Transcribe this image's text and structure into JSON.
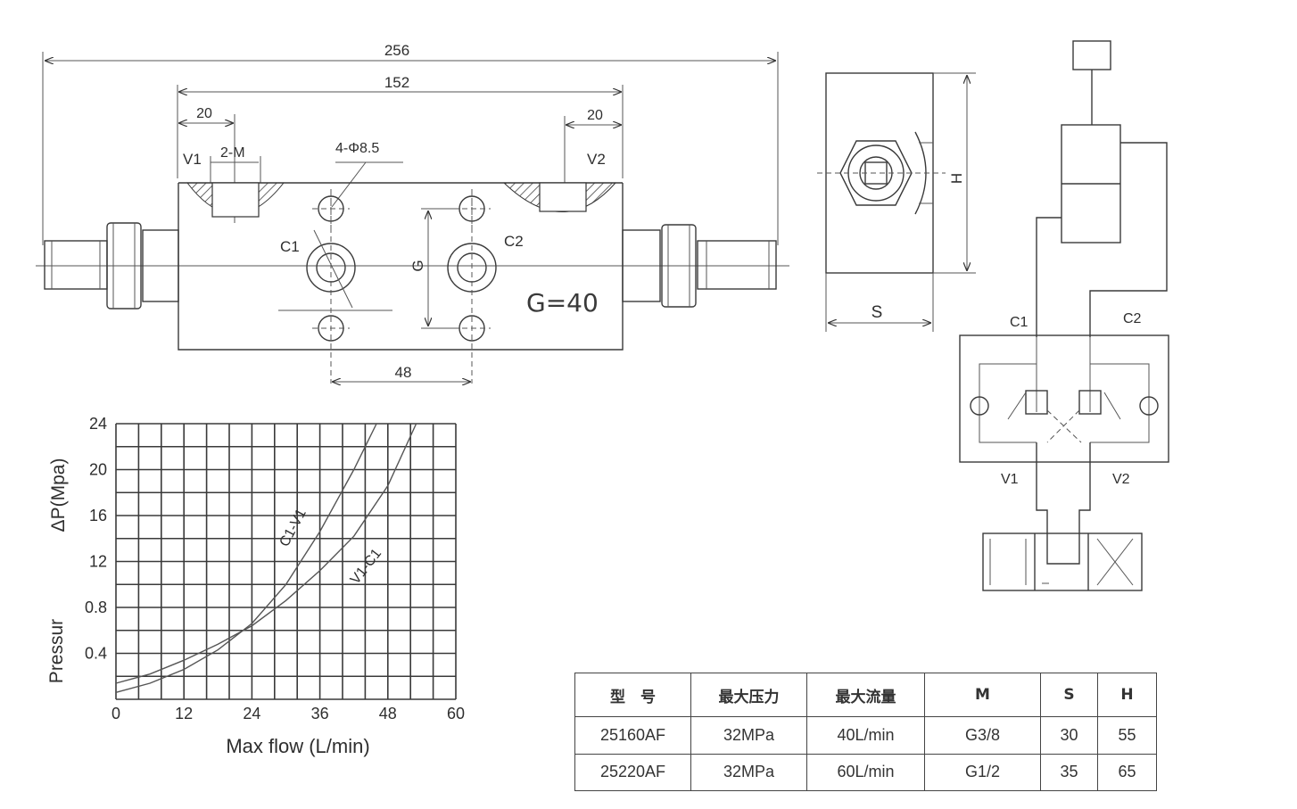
{
  "drawing": {
    "dims": {
      "overall": "256",
      "body": "152",
      "left_offset": "20",
      "right_offset": "20",
      "port_size": "2-M",
      "holes": "4-Φ8.5",
      "pitch": "48",
      "g_label": "G",
      "side_width": "S",
      "side_height": "H"
    },
    "ports": {
      "v1": "V1",
      "v2": "V2",
      "c1": "C1",
      "c2": "C2"
    },
    "g_value": "G=40"
  },
  "schematic": {
    "c1": "C1",
    "c2": "C2",
    "v1": "V1",
    "v2": "V2"
  },
  "chart_data": {
    "type": "line",
    "xlabel": "Max flow (L/min)",
    "ylabel_main": "ΔP(Mpa)",
    "ylabel_secondary": "Pressur",
    "x_ticks": [
      "0",
      "12",
      "24",
      "36",
      "48",
      "60"
    ],
    "y_ticks": [
      "24",
      "20",
      "16",
      "12",
      "0.8",
      "0.4"
    ],
    "xlim": [
      0,
      60
    ],
    "ylim": [
      0,
      24
    ],
    "grid": true,
    "series": [
      {
        "name": "C1-V1",
        "x": [
          0,
          6,
          12,
          18,
          24,
          30,
          36,
          42,
          46
        ],
        "y": [
          0.6,
          1.4,
          2.6,
          4.3,
          6.6,
          10,
          14.6,
          20,
          24
        ]
      },
      {
        "name": "V1-C1",
        "x": [
          0,
          6,
          12,
          18,
          24,
          30,
          36,
          42,
          48,
          53
        ],
        "y": [
          1.4,
          2.2,
          3.4,
          4.8,
          6.4,
          8.6,
          11.2,
          14.2,
          18.6,
          24
        ]
      }
    ]
  },
  "spec_table": {
    "headers": [
      "型　号",
      "最大压力",
      "最大流量",
      "M",
      "S",
      "H"
    ],
    "rows": [
      [
        "25160AF",
        "32MPa",
        "40L/min",
        "G3/8",
        "30",
        "55"
      ],
      [
        "25220AF",
        "32MPa",
        "60L/min",
        "G1/2",
        "35",
        "65"
      ]
    ]
  }
}
